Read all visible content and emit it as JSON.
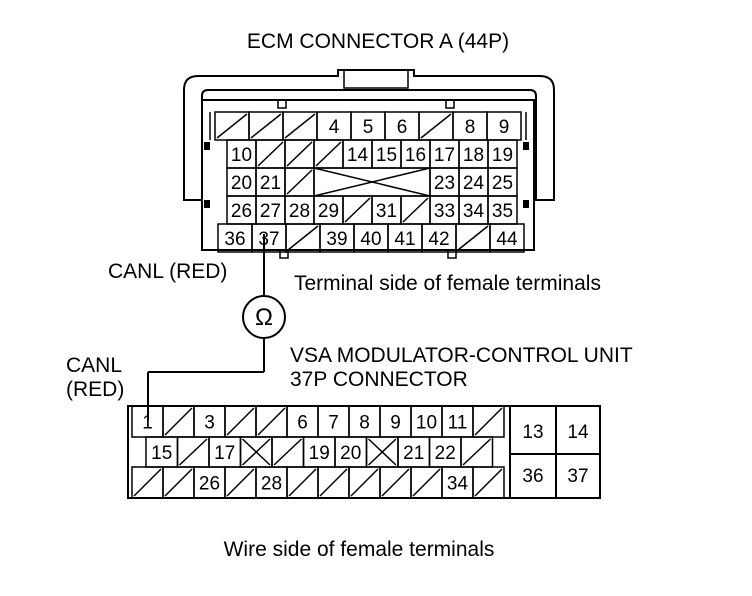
{
  "ecm_connector": {
    "title": "ECM CONNECTOR A (44P)",
    "side_caption": "Terminal side of female terminals",
    "rows": [
      [
        "/",
        "/",
        "/",
        "4",
        "5",
        "6",
        "/",
        "8",
        "9"
      ],
      [
        "10",
        "/",
        "/",
        "/",
        "14",
        "15",
        "16",
        "17",
        "18",
        "19"
      ],
      [
        "20",
        "21",
        "/",
        "",
        "",
        "",
        "",
        "23",
        "24",
        "25"
      ],
      [
        "26",
        "27",
        "28",
        "29",
        "/",
        "31",
        "/",
        "33",
        "34",
        "35"
      ],
      [
        "36",
        "37",
        "/",
        "39",
        "40",
        "41",
        "42",
        "/",
        "44"
      ]
    ]
  },
  "probe": {
    "wire_label_top": "CANL (RED)",
    "meter_symbol": "Ω",
    "wire_label_bottom_line1": "CANL",
    "wire_label_bottom_line2": "(RED)"
  },
  "vsa_connector": {
    "title_line1": "VSA MODULATOR-CONTROL UNIT",
    "title_line2": "37P CONNECTOR",
    "side_caption": "Wire side of female terminals",
    "rows": [
      [
        "1",
        "/",
        "3",
        "/",
        "/",
        "6",
        "7",
        "8",
        "9",
        "10",
        "11",
        "/"
      ],
      [
        "15",
        "/",
        "17",
        "x",
        "/",
        "19",
        "20",
        "x",
        "21",
        "22",
        "/"
      ],
      [
        "/",
        "/",
        "26",
        "/",
        "28",
        "/",
        "/",
        "/",
        "/",
        "/",
        "34",
        "/"
      ]
    ],
    "side_block": [
      "13",
      "14",
      "36",
      "37"
    ]
  }
}
